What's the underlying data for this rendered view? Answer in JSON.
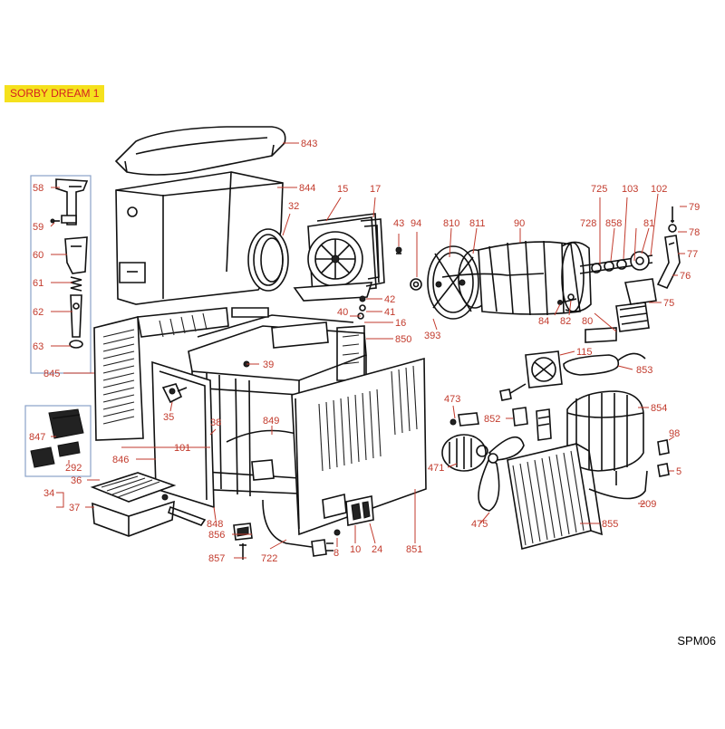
{
  "title": "SORBY DREAM 1",
  "ref_code": "SPM06",
  "colors": {
    "title_bg": "#f5e11d",
    "label": "#c23a2c",
    "group_box": "#8aa2c8",
    "line": "#111111"
  },
  "parts": {
    "843": "843",
    "844": "844",
    "15": "15",
    "17": "17",
    "32": "32",
    "58": "58",
    "59": "59",
    "60": "60",
    "61": "61",
    "62": "62",
    "63": "63",
    "43": "43",
    "94": "94",
    "810": "810",
    "811": "811",
    "90": "90",
    "725": "725",
    "103": "103",
    "102": "102",
    "728": "728",
    "858": "858",
    "81": "81",
    "79": "79",
    "78": "78",
    "77": "77",
    "76": "76",
    "75": "75",
    "42": "42",
    "41": "41",
    "40": "40",
    "16": "16",
    "850": "850",
    "393": "393",
    "84": "84",
    "82": "82",
    "80": "80",
    "39": "39",
    "845": "845",
    "35": "35",
    "38": "38",
    "849": "849",
    "847": "847",
    "292": "292",
    "101": "101",
    "846": "846",
    "36": "36",
    "34": "34",
    "37": "37",
    "848": "848",
    "856": "856",
    "857": "857",
    "722": "722",
    "8": "8",
    "10": "10",
    "24": "24",
    "851": "851",
    "115": "115",
    "853": "853",
    "473": "473",
    "852": "852",
    "854": "854",
    "98": "98",
    "471": "471",
    "5": "5",
    "475": "475",
    "209": "209",
    "855": "855"
  }
}
